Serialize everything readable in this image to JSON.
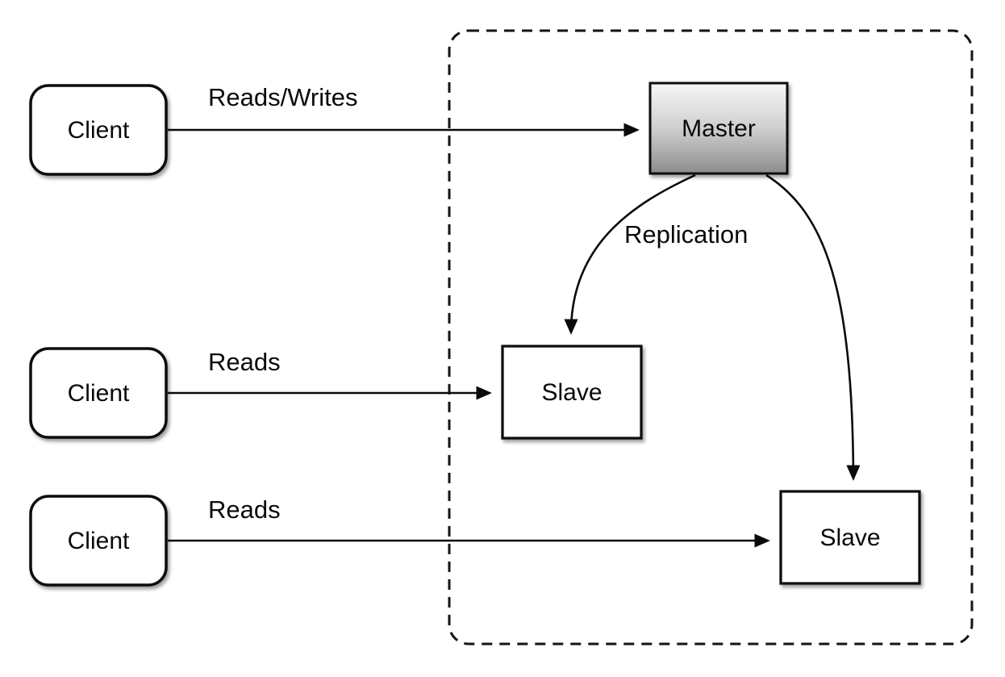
{
  "diagram": {
    "clients": [
      {
        "label": "Client"
      },
      {
        "label": "Client"
      },
      {
        "label": "Client"
      }
    ],
    "master": {
      "label": "Master"
    },
    "slaves": [
      {
        "label": "Slave"
      },
      {
        "label": "Slave"
      }
    ],
    "edge_labels": {
      "reads_writes": "Reads/Writes",
      "reads_middle": "Reads",
      "reads_bottom": "Reads",
      "replication": "Replication"
    },
    "colors": {
      "background": "#ffffff",
      "line": "#0a0a0a",
      "box_fill": "#ffffff",
      "master_gradient_top": "#f6f6f6",
      "master_gradient_mid": "#cfcfcf",
      "master_gradient_bottom": "#8c8c8c"
    }
  }
}
